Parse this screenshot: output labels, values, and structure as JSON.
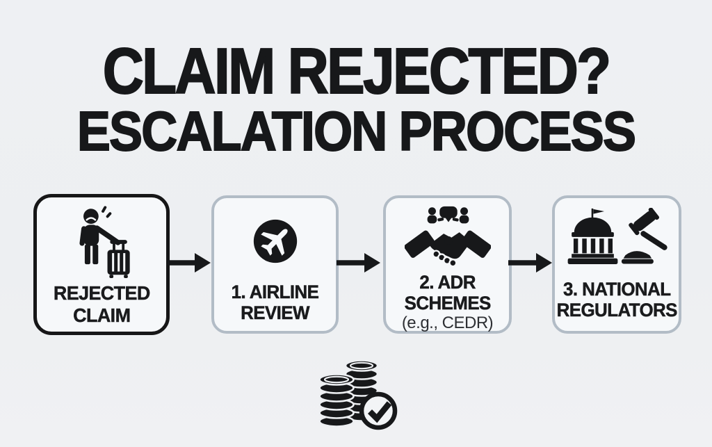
{
  "title": {
    "line1": "CLAIM REJECTED?",
    "line2": "ESCALATION PROCESS"
  },
  "steps": [
    {
      "id": "rejected-claim",
      "label_line1": "REJECTED",
      "label_line2": "CLAIM",
      "sublabel": "",
      "icon": "sad-traveler-suitcase-icon"
    },
    {
      "id": "airline-review",
      "label_line1": "1. AIRLINE",
      "label_line2": "REVIEW",
      "sublabel": "",
      "icon": "airplane-circle-icon"
    },
    {
      "id": "adr-schemes",
      "label_line1": "2. ADR",
      "label_line2": "SCHEMES",
      "sublabel": "(e.g., CEDR)",
      "icon": "handshake-mediation-icon"
    },
    {
      "id": "national-regulators",
      "label_line1": "3. NATIONAL",
      "label_line2": "REGULATORS",
      "sublabel": "",
      "icon": "government-building-gavel-icon"
    }
  ],
  "footer": {
    "icon": "coins-checkmark-compensation-icon"
  },
  "colors": {
    "background": "#edeff2",
    "box_fill": "#f6f8fa",
    "primary_border": "#161617",
    "secondary_border": "#b2bcc6",
    "text": "#17181a",
    "icon_ink": "#17181a"
  }
}
